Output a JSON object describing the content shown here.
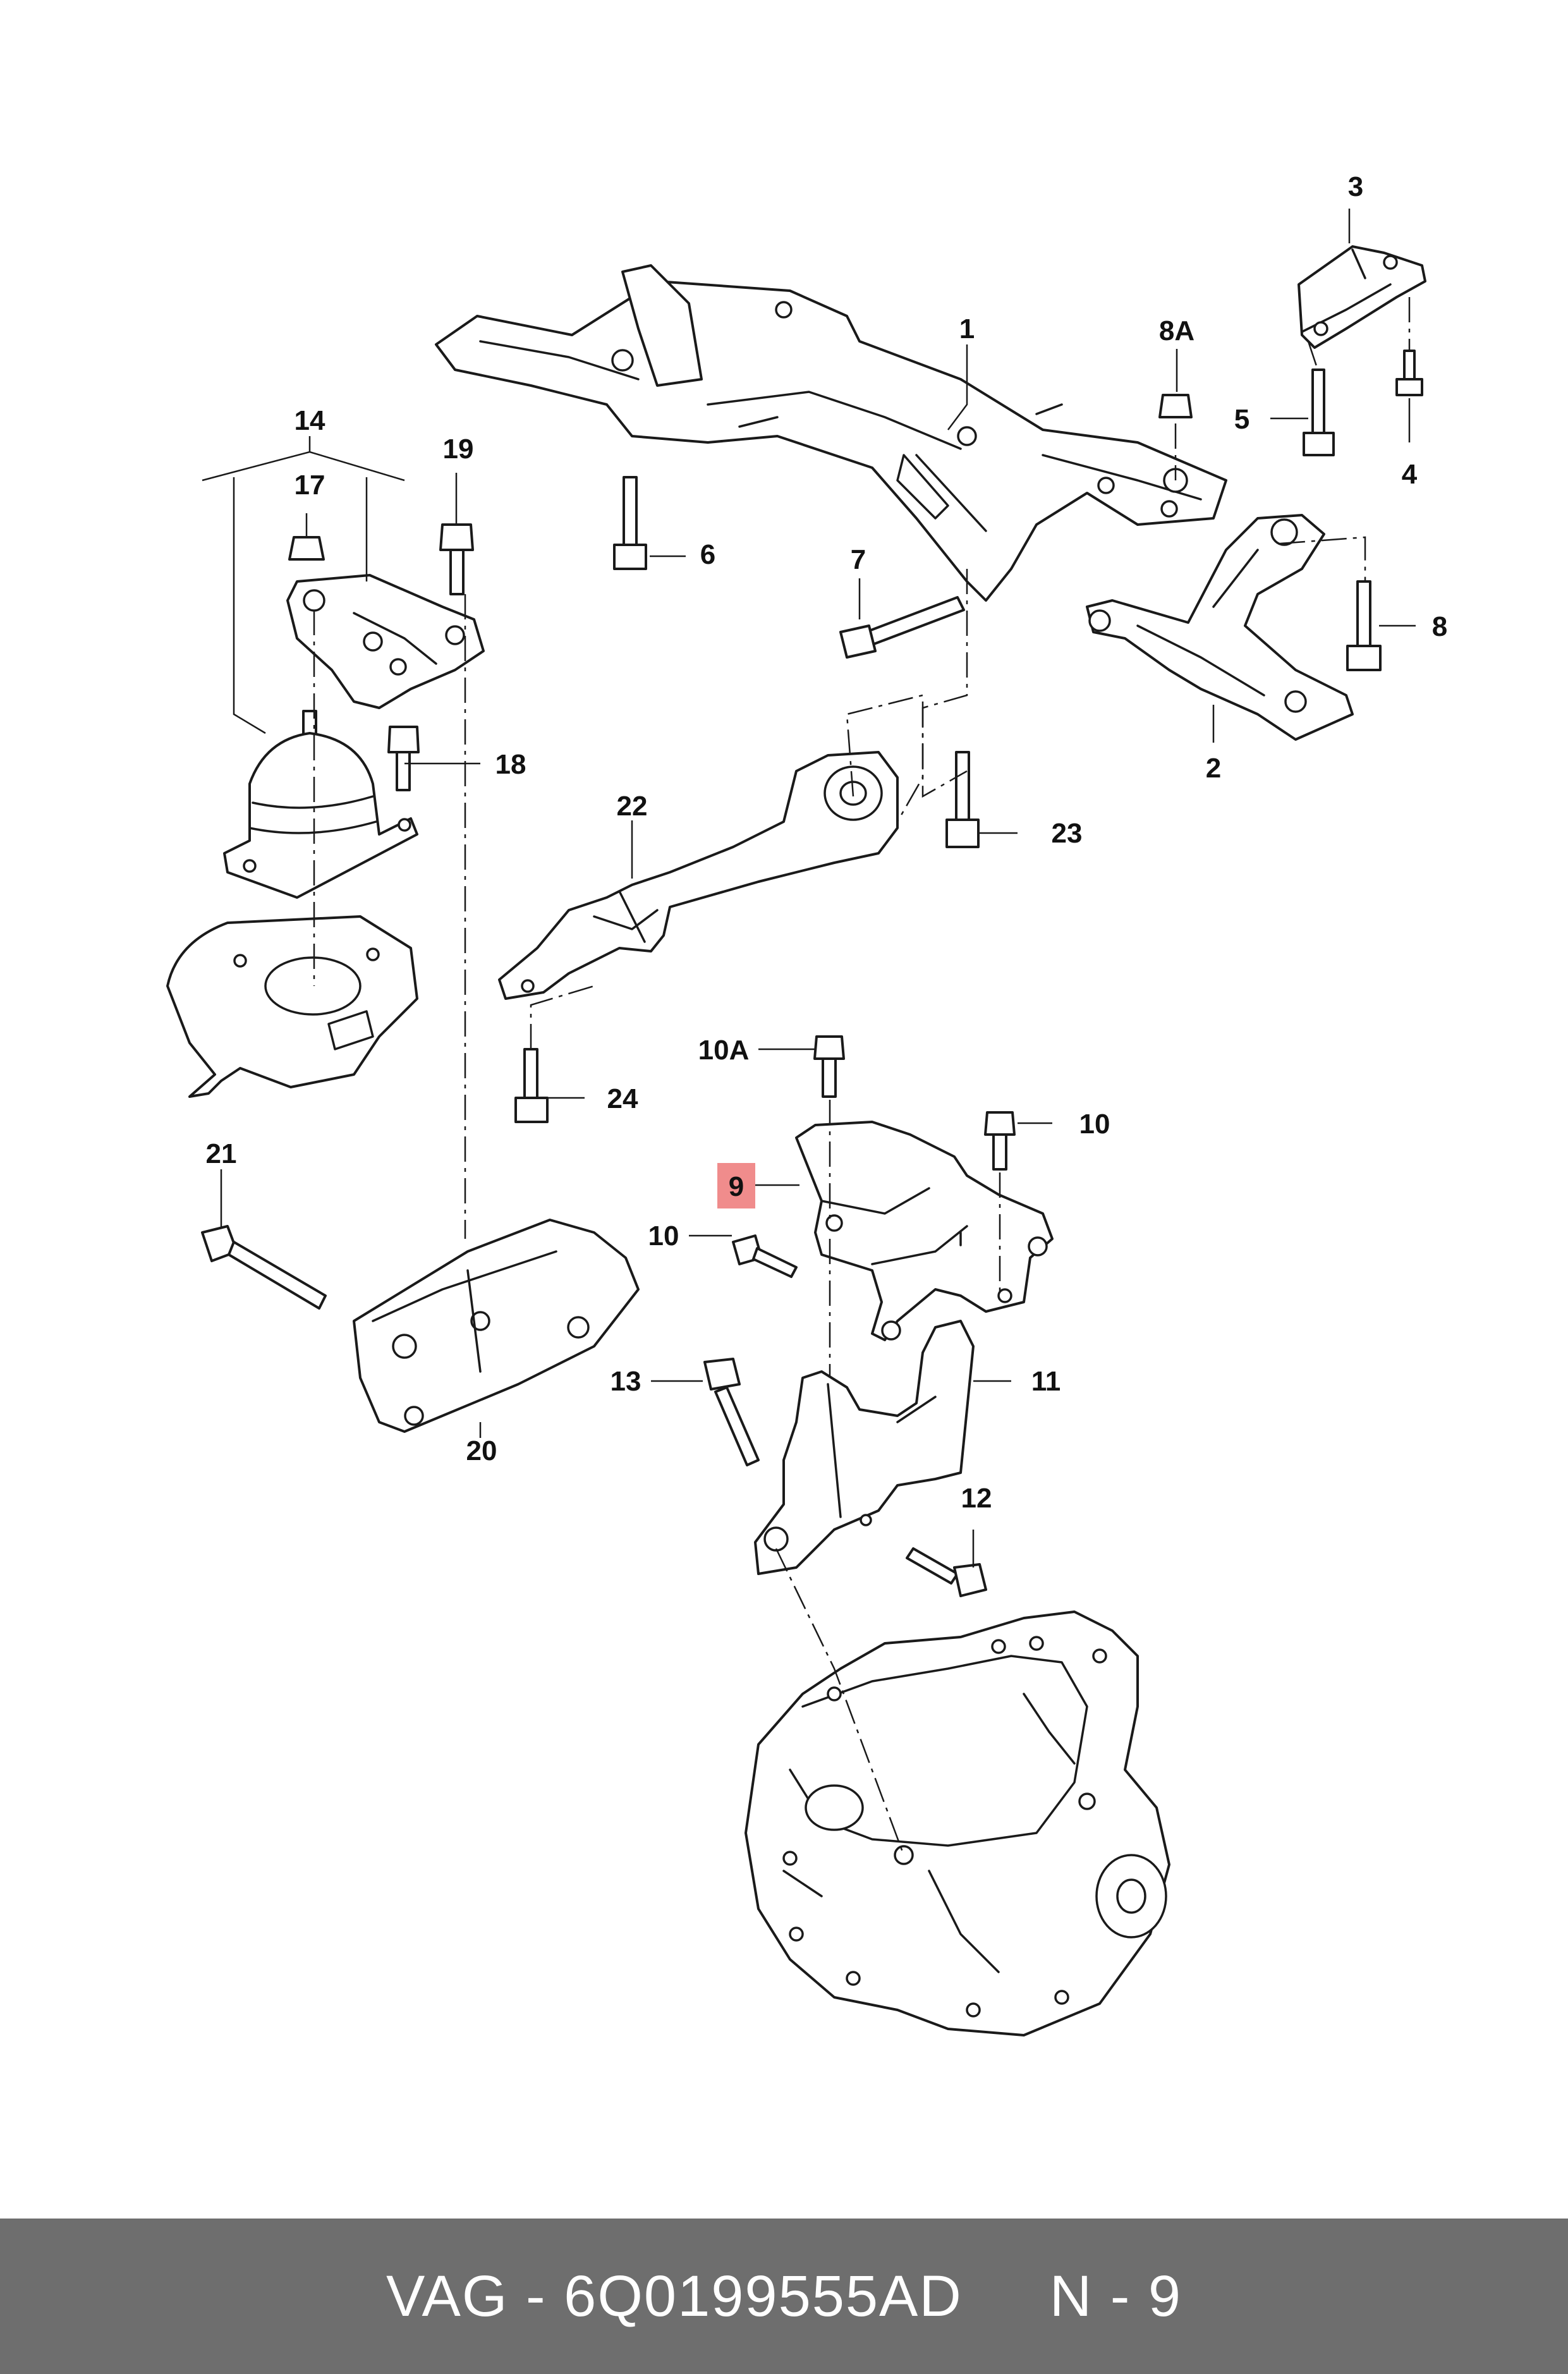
{
  "callouts": {
    "c1": "1",
    "c2": "2",
    "c3": "3",
    "c4": "4",
    "c5": "5",
    "c6": "6",
    "c7": "7",
    "c8": "8",
    "c8a": "8A",
    "c9": "9",
    "c10a": "10A",
    "c10_right": "10",
    "c10_left": "10",
    "c11": "11",
    "c12": "12",
    "c13": "13",
    "c14": "14",
    "c17": "17",
    "c18": "18",
    "c19": "19",
    "c20": "20",
    "c21": "21",
    "c22": "22",
    "c23": "23",
    "c24": "24"
  },
  "highlight_color": "#f08c8c",
  "footer": {
    "brand": "VAG",
    "separator": " - ",
    "part_number": "6Q0199555AD",
    "gap": "     ",
    "position_label": "N - 9"
  }
}
